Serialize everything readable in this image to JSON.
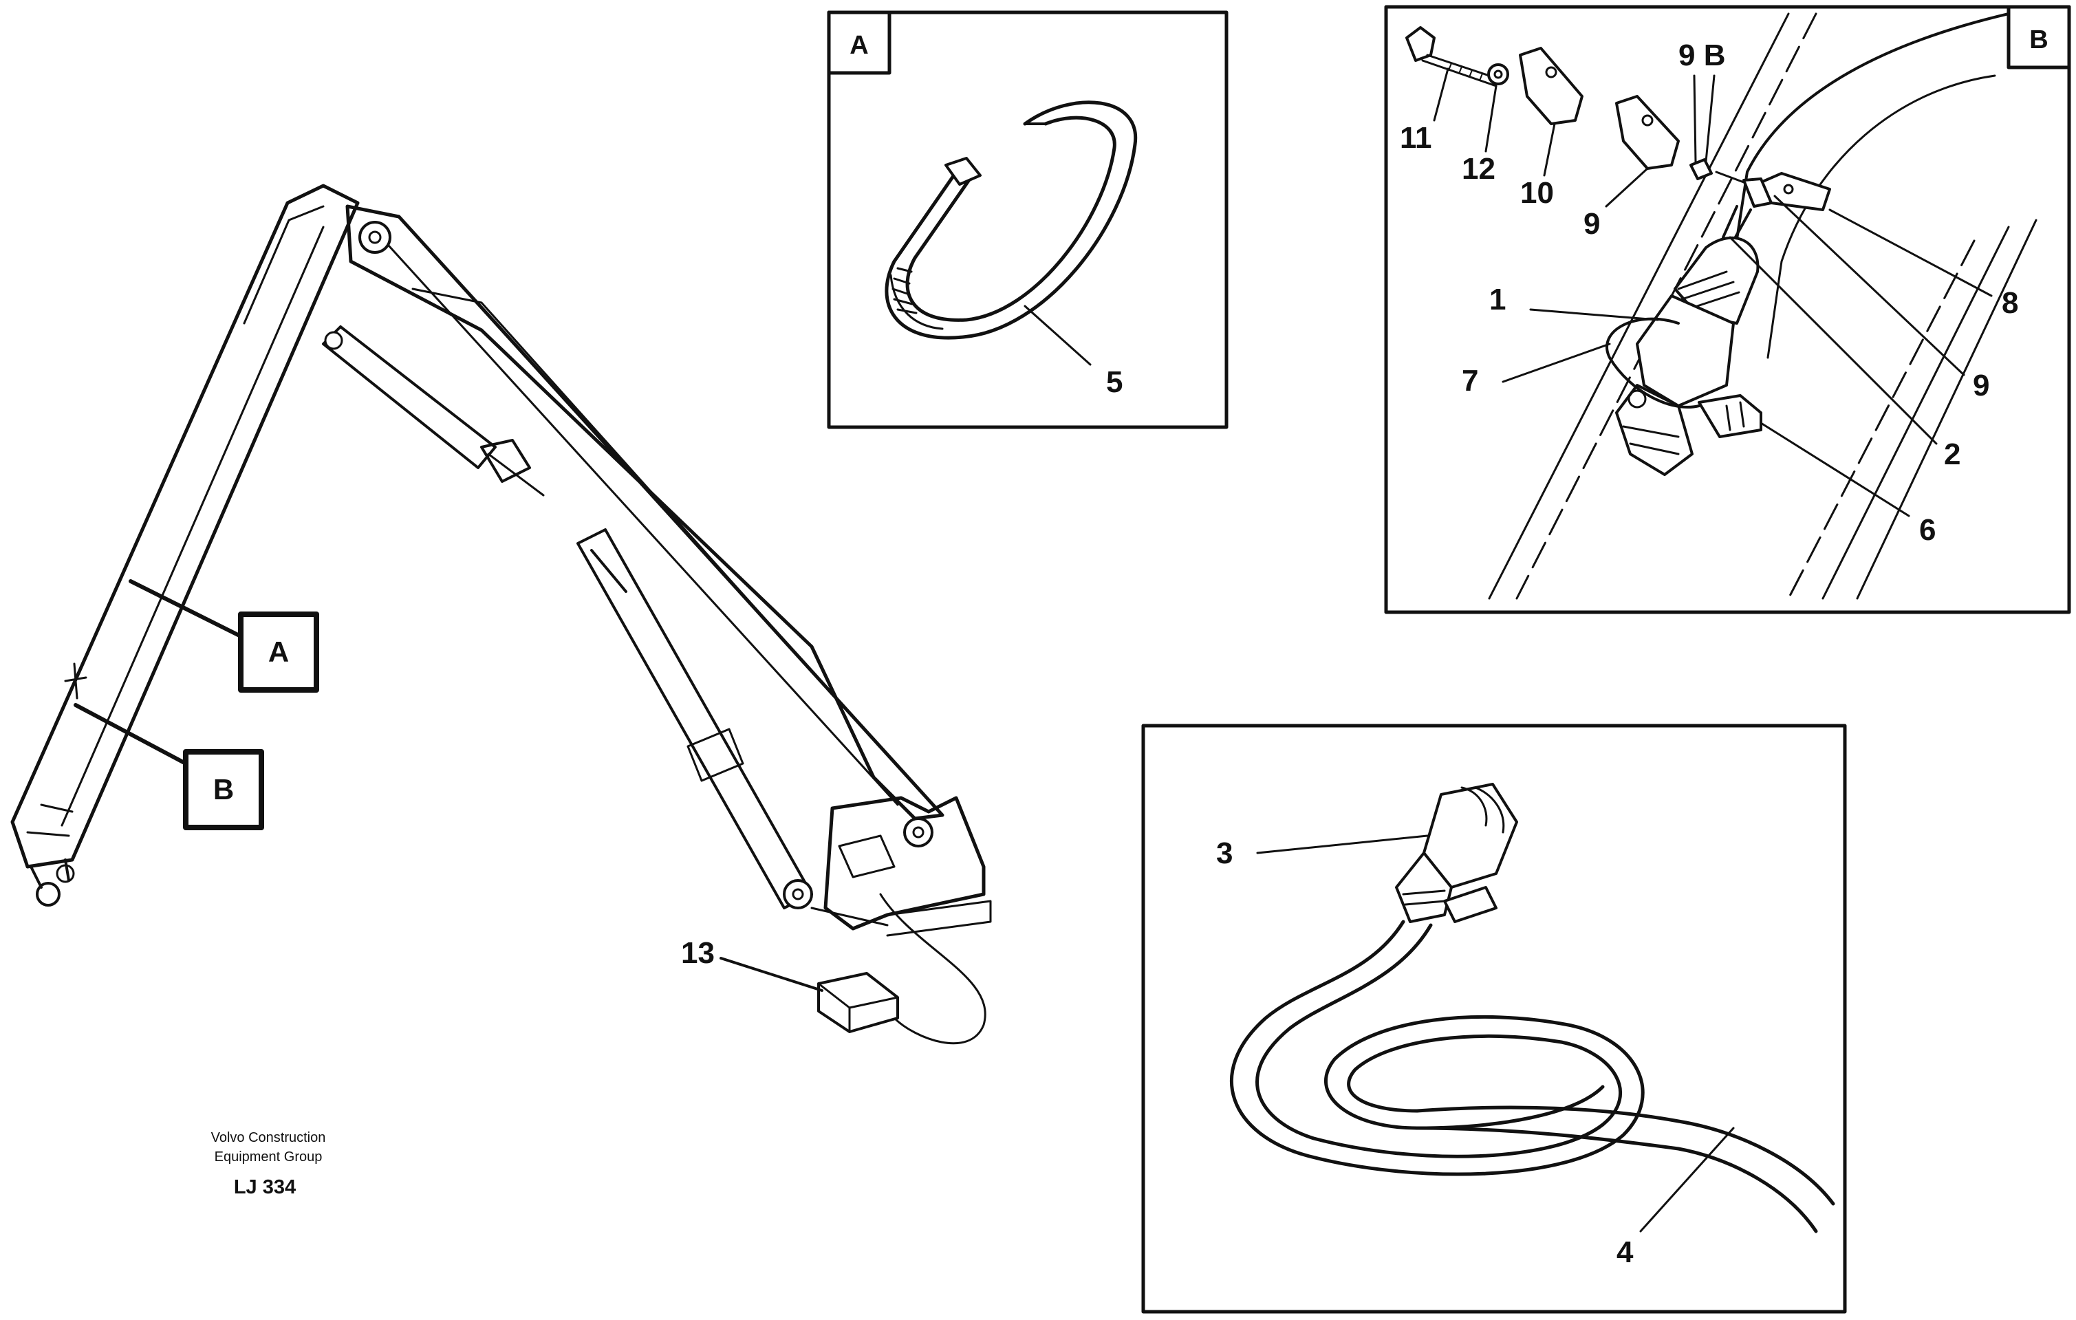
{
  "diagram": {
    "footer": {
      "line1": "Volvo Construction",
      "line2": "Equipment Group",
      "code": "LJ 334"
    },
    "tags": {
      "a": "A",
      "b": "B"
    },
    "panels": {
      "a": {
        "letter": "A"
      },
      "b": {
        "letter": "B",
        "sub_label": "9 B"
      },
      "c": {}
    },
    "callouts": {
      "n1": "1",
      "n2": "2",
      "n3": "3",
      "n4": "4",
      "n5": "5",
      "n6": "6",
      "n7": "7",
      "n8": "8",
      "n9a": "9",
      "n9b": "9",
      "n10": "10",
      "n11": "11",
      "n12": "12",
      "n13": "13"
    },
    "colors": {
      "ink": "#111111",
      "paper": "#ffffff"
    }
  }
}
